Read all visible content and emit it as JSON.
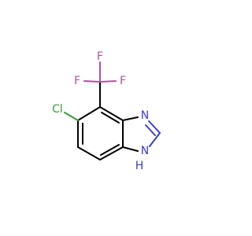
{
  "molecule": {
    "atoms": {
      "f_top": "F",
      "f_left": "F",
      "f_right": "F",
      "cl": "Cl",
      "n_upper": "N",
      "n_lower": "N",
      "h_lower": "H"
    },
    "colors": {
      "bond": "#000000",
      "fluorine": "#b4509e",
      "chlorine": "#3a9a3a",
      "nitrogen": "#3b3bd6"
    }
  }
}
